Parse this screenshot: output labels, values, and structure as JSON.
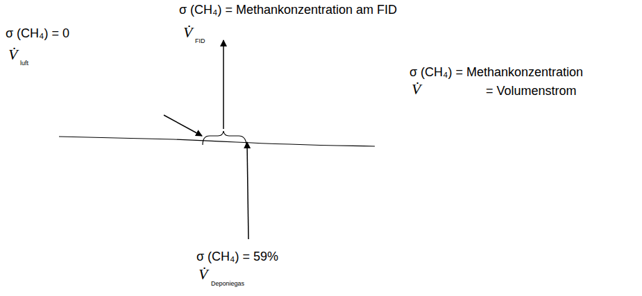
{
  "diagram": {
    "labels": [
      "σ (CH₄) = Methankonzentration am FID",
      "V̇",
      "FID",
      "σ (CH₄) = 0",
      "V̇",
      "luft",
      "σ (CH₄) = Methankonzentration",
      "V̇",
      "= Volumenstrom",
      "σ (CH₄) = 59%",
      "V̇",
      "Deponiegas"
    ]
  }
}
